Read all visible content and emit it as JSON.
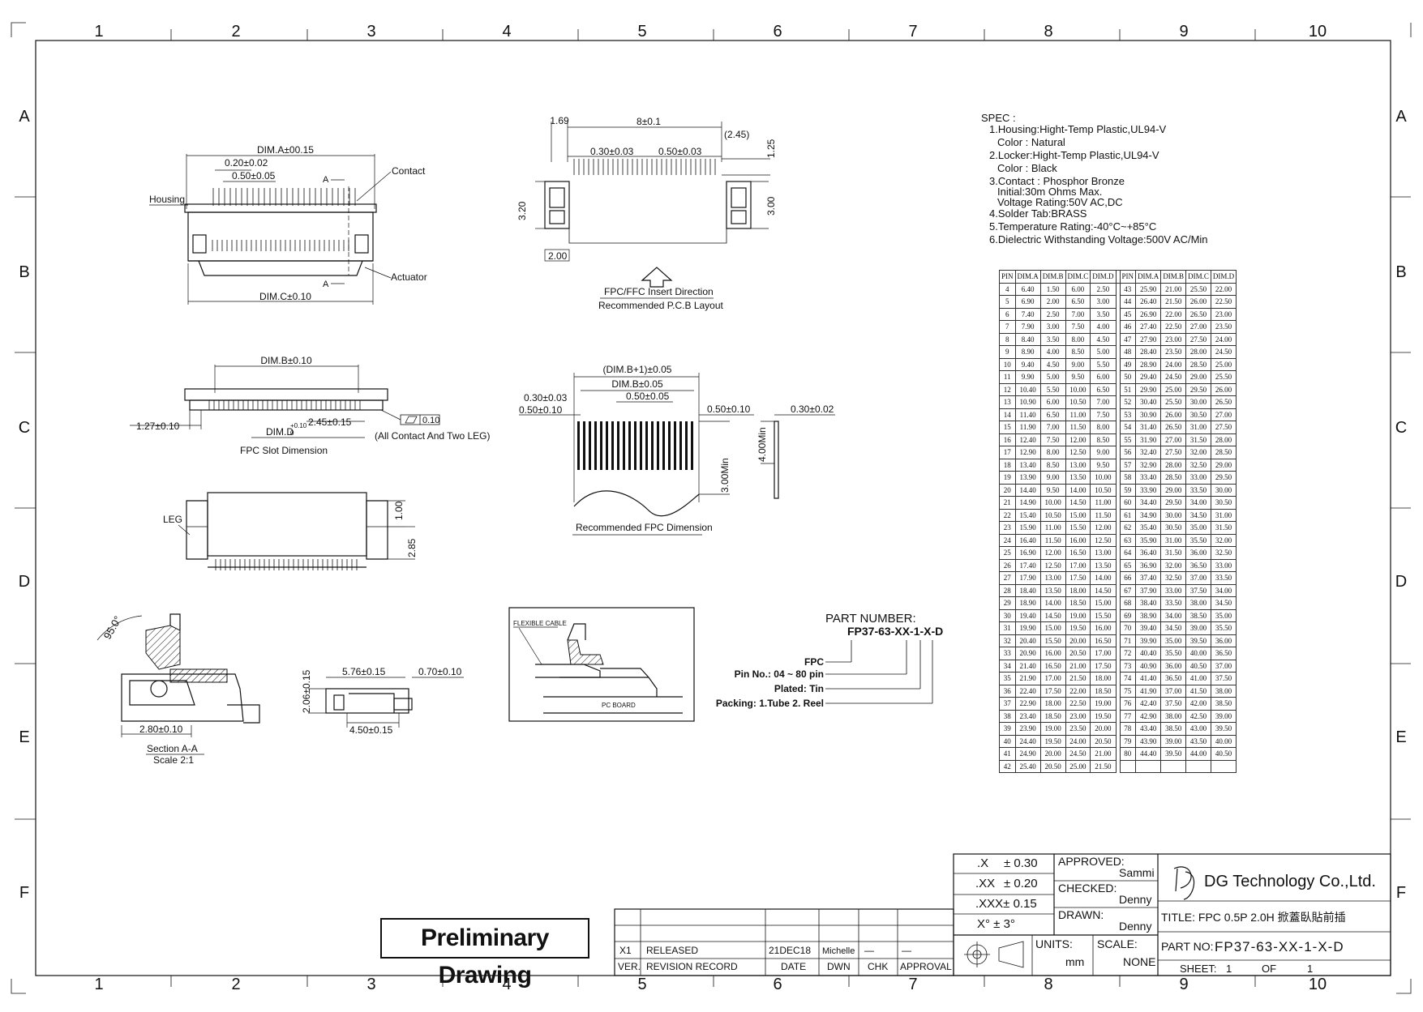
{
  "grid": {
    "cols": [
      "1",
      "2",
      "3",
      "4",
      "5",
      "6",
      "7",
      "8",
      "9",
      "10"
    ],
    "rows": [
      "A",
      "B",
      "C",
      "D",
      "E",
      "F"
    ]
  },
  "spec": {
    "lines": [
      "SPEC  :",
      "1.Housing:Hight-Temp  Plastic,UL94-V",
      "Color : Natural",
      "2.Locker:Hight-Temp  Plastic,UL94-V",
      "Color : Black",
      "3.Contact : Phosphor  Bronze",
      "Initial:30m  Ohms  Max.",
      "Voltage  Rating:50V  AC,DC",
      "4.Solder  Tab:BRASS",
      "5.Temperature  Rating:-40°C~+85°C",
      "6.Dielectric  Withstanding  Voltage:500V  AC/Min"
    ]
  },
  "table": {
    "headers": [
      "PIN",
      "DIM.A",
      "DIM.B",
      "DIM.C",
      "DIM.D",
      "PIN",
      "DIM.A",
      "DIM.B",
      "DIM.C",
      "DIM.D"
    ],
    "rows": [
      [
        "4",
        "6.40",
        "1.50",
        "6.00",
        "2.50",
        "43",
        "25.90",
        "21.00",
        "25.50",
        "22.00"
      ],
      [
        "5",
        "6.90",
        "2.00",
        "6.50",
        "3.00",
        "44",
        "26.40",
        "21.50",
        "26.00",
        "22.50"
      ],
      [
        "6",
        "7.40",
        "2.50",
        "7.00",
        "3.50",
        "45",
        "26.90",
        "22.00",
        "26.50",
        "23.00"
      ],
      [
        "7",
        "7.90",
        "3.00",
        "7.50",
        "4.00",
        "46",
        "27.40",
        "22.50",
        "27.00",
        "23.50"
      ],
      [
        "8",
        "8.40",
        "3.50",
        "8.00",
        "4.50",
        "47",
        "27.90",
        "23.00",
        "27.50",
        "24.00"
      ],
      [
        "9",
        "8.90",
        "4.00",
        "8.50",
        "5.00",
        "48",
        "28.40",
        "23.50",
        "28.00",
        "24.50"
      ],
      [
        "10",
        "9.40",
        "4.50",
        "9.00",
        "5.50",
        "49",
        "28.90",
        "24.00",
        "28.50",
        "25.00"
      ],
      [
        "11",
        "9.90",
        "5.00",
        "9.50",
        "6.00",
        "50",
        "29.40",
        "24.50",
        "29.00",
        "25.50"
      ],
      [
        "12",
        "10.40",
        "5.50",
        "10.00",
        "6.50",
        "51",
        "29.90",
        "25.00",
        "29.50",
        "26.00"
      ],
      [
        "13",
        "10.90",
        "6.00",
        "10.50",
        "7.00",
        "52",
        "30.40",
        "25.50",
        "30.00",
        "26.50"
      ],
      [
        "14",
        "11.40",
        "6.50",
        "11.00",
        "7.50",
        "53",
        "30.90",
        "26.00",
        "30.50",
        "27.00"
      ],
      [
        "15",
        "11.90",
        "7.00",
        "11.50",
        "8.00",
        "54",
        "31.40",
        "26.50",
        "31.00",
        "27.50"
      ],
      [
        "16",
        "12.40",
        "7.50",
        "12.00",
        "8.50",
        "55",
        "31.90",
        "27.00",
        "31.50",
        "28.00"
      ],
      [
        "17",
        "12.90",
        "8.00",
        "12.50",
        "9.00",
        "56",
        "32.40",
        "27.50",
        "32.00",
        "28.50"
      ],
      [
        "18",
        "13.40",
        "8.50",
        "13.00",
        "9.50",
        "57",
        "32.90",
        "28.00",
        "32.50",
        "29.00"
      ],
      [
        "19",
        "13.90",
        "9.00",
        "13.50",
        "10.00",
        "58",
        "33.40",
        "28.50",
        "33.00",
        "29.50"
      ],
      [
        "20",
        "14.40",
        "9.50",
        "14.00",
        "10.50",
        "59",
        "33.90",
        "29.00",
        "33.50",
        "30.00"
      ],
      [
        "21",
        "14.90",
        "10.00",
        "14.50",
        "11.00",
        "60",
        "34.40",
        "29.50",
        "34.00",
        "30.50"
      ],
      [
        "22",
        "15.40",
        "10.50",
        "15.00",
        "11.50",
        "61",
        "34.90",
        "30.00",
        "34.50",
        "31.00"
      ],
      [
        "23",
        "15.90",
        "11.00",
        "15.50",
        "12.00",
        "62",
        "35.40",
        "30.50",
        "35.00",
        "31.50"
      ],
      [
        "24",
        "16.40",
        "11.50",
        "16.00",
        "12.50",
        "63",
        "35.90",
        "31.00",
        "35.50",
        "32.00"
      ],
      [
        "25",
        "16.90",
        "12.00",
        "16.50",
        "13.00",
        "64",
        "36.40",
        "31.50",
        "36.00",
        "32.50"
      ],
      [
        "26",
        "17.40",
        "12.50",
        "17.00",
        "13.50",
        "65",
        "36.90",
        "32.00",
        "36.50",
        "33.00"
      ],
      [
        "27",
        "17.90",
        "13.00",
        "17.50",
        "14.00",
        "66",
        "37.40",
        "32.50",
        "37.00",
        "33.50"
      ],
      [
        "28",
        "18.40",
        "13.50",
        "18.00",
        "14.50",
        "67",
        "37.90",
        "33.00",
        "37.50",
        "34.00"
      ],
      [
        "29",
        "18.90",
        "14.00",
        "18.50",
        "15.00",
        "68",
        "38.40",
        "33.50",
        "38.00",
        "34.50"
      ],
      [
        "30",
        "19.40",
        "14.50",
        "19.00",
        "15.50",
        "69",
        "38.90",
        "34.00",
        "38.50",
        "35.00"
      ],
      [
        "31",
        "19.90",
        "15.00",
        "19.50",
        "16.00",
        "70",
        "39.40",
        "34.50",
        "39.00",
        "35.50"
      ],
      [
        "32",
        "20.40",
        "15.50",
        "20.00",
        "16.50",
        "71",
        "39.90",
        "35.00",
        "39.50",
        "36.00"
      ],
      [
        "33",
        "20.90",
        "16.00",
        "20.50",
        "17.00",
        "72",
        "40.40",
        "35.50",
        "40.00",
        "36.50"
      ],
      [
        "34",
        "21.40",
        "16.50",
        "21.00",
        "17.50",
        "73",
        "40.90",
        "36.00",
        "40.50",
        "37.00"
      ],
      [
        "35",
        "21.90",
        "17.00",
        "21.50",
        "18.00",
        "74",
        "41.40",
        "36.50",
        "41.00",
        "37.50"
      ],
      [
        "36",
        "22.40",
        "17.50",
        "22.00",
        "18.50",
        "75",
        "41.90",
        "37.00",
        "41.50",
        "38.00"
      ],
      [
        "37",
        "22.90",
        "18.00",
        "22.50",
        "19.00",
        "76",
        "42.40",
        "37.50",
        "42.00",
        "38.50"
      ],
      [
        "38",
        "23.40",
        "18.50",
        "23.00",
        "19.50",
        "77",
        "42.90",
        "38.00",
        "42.50",
        "39.00"
      ],
      [
        "39",
        "23.90",
        "19.00",
        "23.50",
        "20.00",
        "78",
        "43.40",
        "38.50",
        "43.00",
        "39.50"
      ],
      [
        "40",
        "24.40",
        "19.50",
        "24.00",
        "20.50",
        "79",
        "43.90",
        "39.00",
        "43.50",
        "40.00"
      ],
      [
        "41",
        "24.90",
        "20.00",
        "24.50",
        "21.00",
        "80",
        "44.40",
        "39.50",
        "44.00",
        "40.50"
      ],
      [
        "42",
        "25.40",
        "20.50",
        "25.00",
        "21.50",
        "",
        "",
        "",
        "",
        ""
      ]
    ]
  },
  "views": {
    "top": {
      "dim_a": "DIM.A±00.15",
      "p020": "0.20±0.02",
      "p050": "0.50±0.05",
      "contact": "Contact",
      "housing": "Housing",
      "actuator": "Actuator",
      "a_marker": "A",
      "dim_c": "DIM.C±0.10"
    },
    "pcb": {
      "d169": "1.69",
      "d8": "8±0.1",
      "d245": "(2.45)",
      "d030": "0.30±0.03",
      "d050": "0.50±0.03",
      "d125": "1.25",
      "d320": "3.20",
      "d300": "3.00",
      "d200": "2.00",
      "insert": "FPC/FFC Insert Direction",
      "layout": "Recommended P.C.B Layout"
    },
    "slot": {
      "dim_b": "DIM.B±0.10",
      "d127": "1.27±0.10",
      "dim_d": "DIM.D",
      "dim_d_tol_up": "+0.10",
      "dim_d_tol_dn": "0",
      "d245": "2.45±0.15",
      "flat": "0.10",
      "all": "(All Contact And Two LEG)",
      "title": "FPC Slot Dimension"
    },
    "fpc": {
      "dimb1": "(DIM.B+1)±0.05",
      "dimb": "DIM.B±0.05",
      "d030": "0.30±0.03",
      "d050a": "0.50±0.10",
      "d050b": "0.50±0.05",
      "d050c": "0.50±0.10",
      "d030b": "0.30±0.02",
      "d400": "4.00Min",
      "d300": "3.00Min",
      "title": "Recommended FPC Dimension"
    },
    "side": {
      "leg": "LEG",
      "d100": "1.00",
      "d285": "2.85"
    },
    "section": {
      "angle": "95.0°",
      "d280": "2.80±0.10",
      "title": "Section A-A",
      "scale": "Scale 2:1"
    },
    "end": {
      "d576": "5.76±0.15",
      "d070": "0.70±0.10",
      "d206": "2.06±0.15",
      "d450": "4.50±0.15"
    },
    "assembly": {
      "cable": "FLEXIBLE CABLE",
      "board": "PC BOARD"
    },
    "part_number": {
      "title": "PART NUMBER:",
      "code": "FP37-63-XX-1-X-D",
      "fpc": "FPC",
      "pin": "Pin No.: 04 ~ 80 pin",
      "plated": "Plated: Tin",
      "packing": "Packing: 1.Tube 2. Reel"
    }
  },
  "stamp": "Preliminary Drawing",
  "title_block": {
    "tol_x": ".X",
    "tol_x_v": "± 0.30",
    "tol_xx": ".XX",
    "tol_xx_v": "± 0.20",
    "tol_xxx": ".XXX± 0.15",
    "tol_deg": "X°  ±  3°",
    "approved_label": "APPROVED:",
    "approved": "Sammi",
    "checked_label": "CHECKED:",
    "checked": "Denny",
    "drawn_label": "DRAWN:",
    "drawn": "Denny",
    "company": "DG Technology Co.,Ltd.",
    "title": "TITLE:  FPC  0.5P  2.0H  掀蓋臥貼前插",
    "part_no_label": "PART NO:",
    "part_no": "FP37-63-XX-1-X-D",
    "units_label": "UNITS:",
    "units": "mm",
    "scale_label": "SCALE:",
    "scale": "NONE",
    "sheet": "SHEET:",
    "sheet_n": "1",
    "of": "OF",
    "sheet_total": "1",
    "rev": "X1",
    "released": "RELEASED",
    "date": "21DEC18",
    "dwn": "Michelle",
    "chk": "—",
    "approval": "—",
    "ver_h": "VER.",
    "record_h": "REVISION  RECORD",
    "date_h": "DATE",
    "dwn_h": "DWN",
    "chk_h": "CHK",
    "approval_h": "APPROVAL"
  }
}
